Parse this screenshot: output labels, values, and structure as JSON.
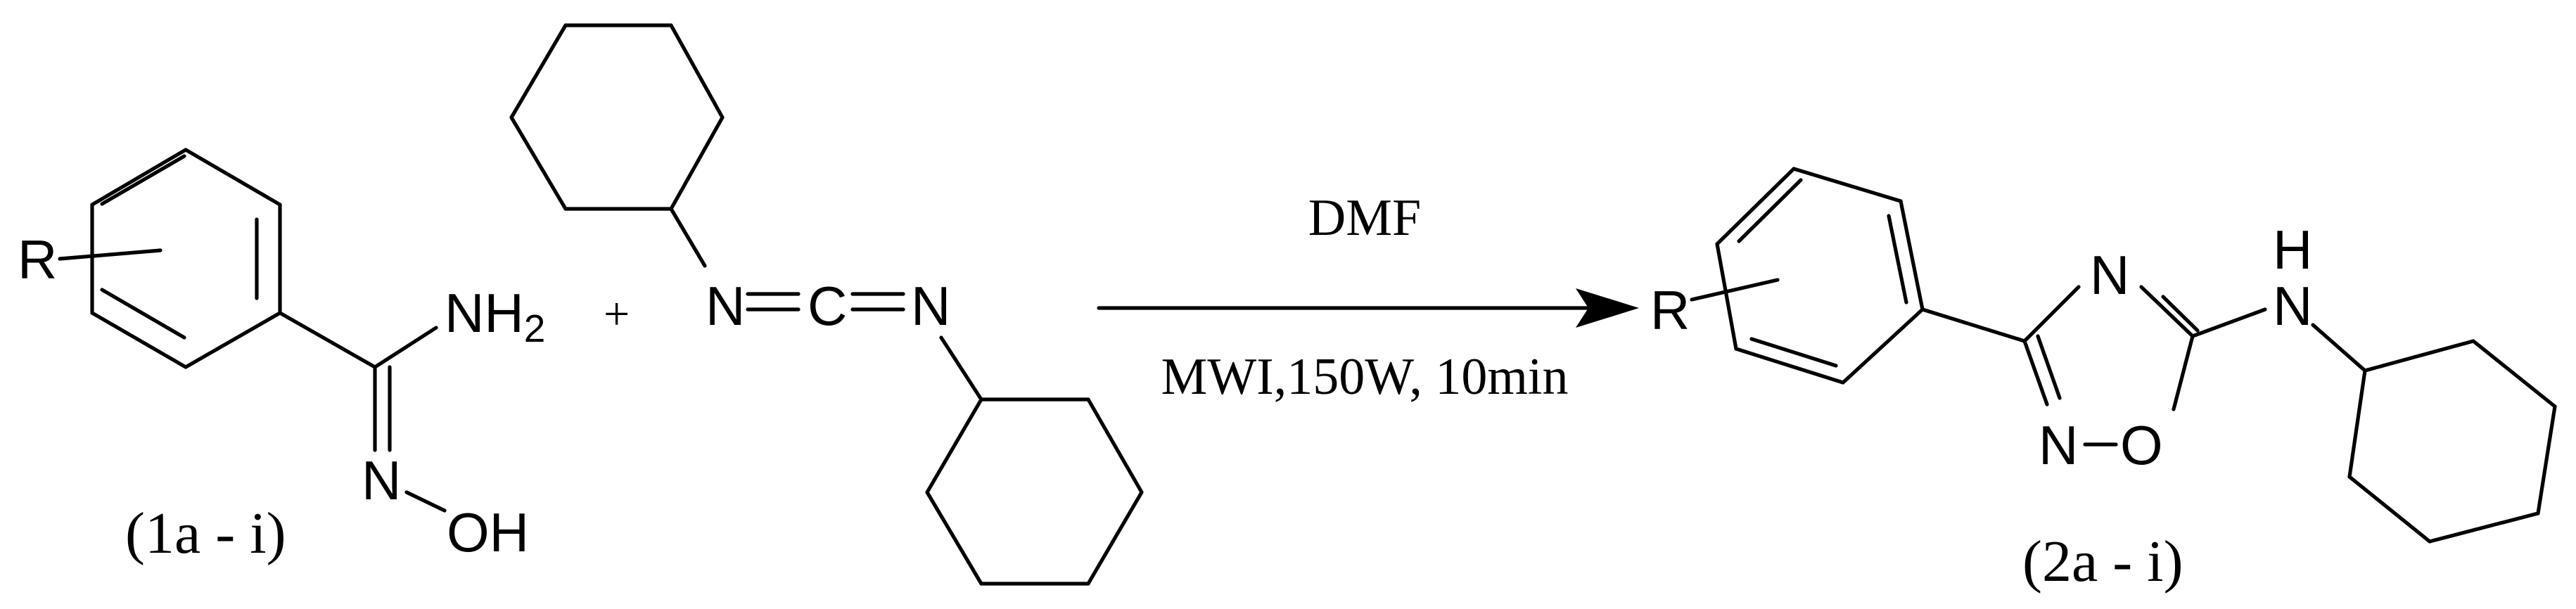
{
  "reactant1": {
    "substituent": "R",
    "amine_N": "N",
    "amine_H": "H",
    "amine_sub": "2",
    "oxime_N": "N",
    "hydroxyl": "OH",
    "label": "(1a - i)"
  },
  "plus": "+",
  "reactant2": {
    "n1": "N",
    "c": "C",
    "n2": "N"
  },
  "conditions": {
    "solvent": "DMF",
    "details": "MWI,150W, 10min"
  },
  "product": {
    "substituent": "R",
    "ring_n_top": "N",
    "ring_n_bottom": "N",
    "ring_o": "O",
    "nh_h": "H",
    "nh_n": "N",
    "label": "(2a - i)"
  },
  "colors": {
    "ink": "#000000",
    "background": "#ffffff"
  }
}
